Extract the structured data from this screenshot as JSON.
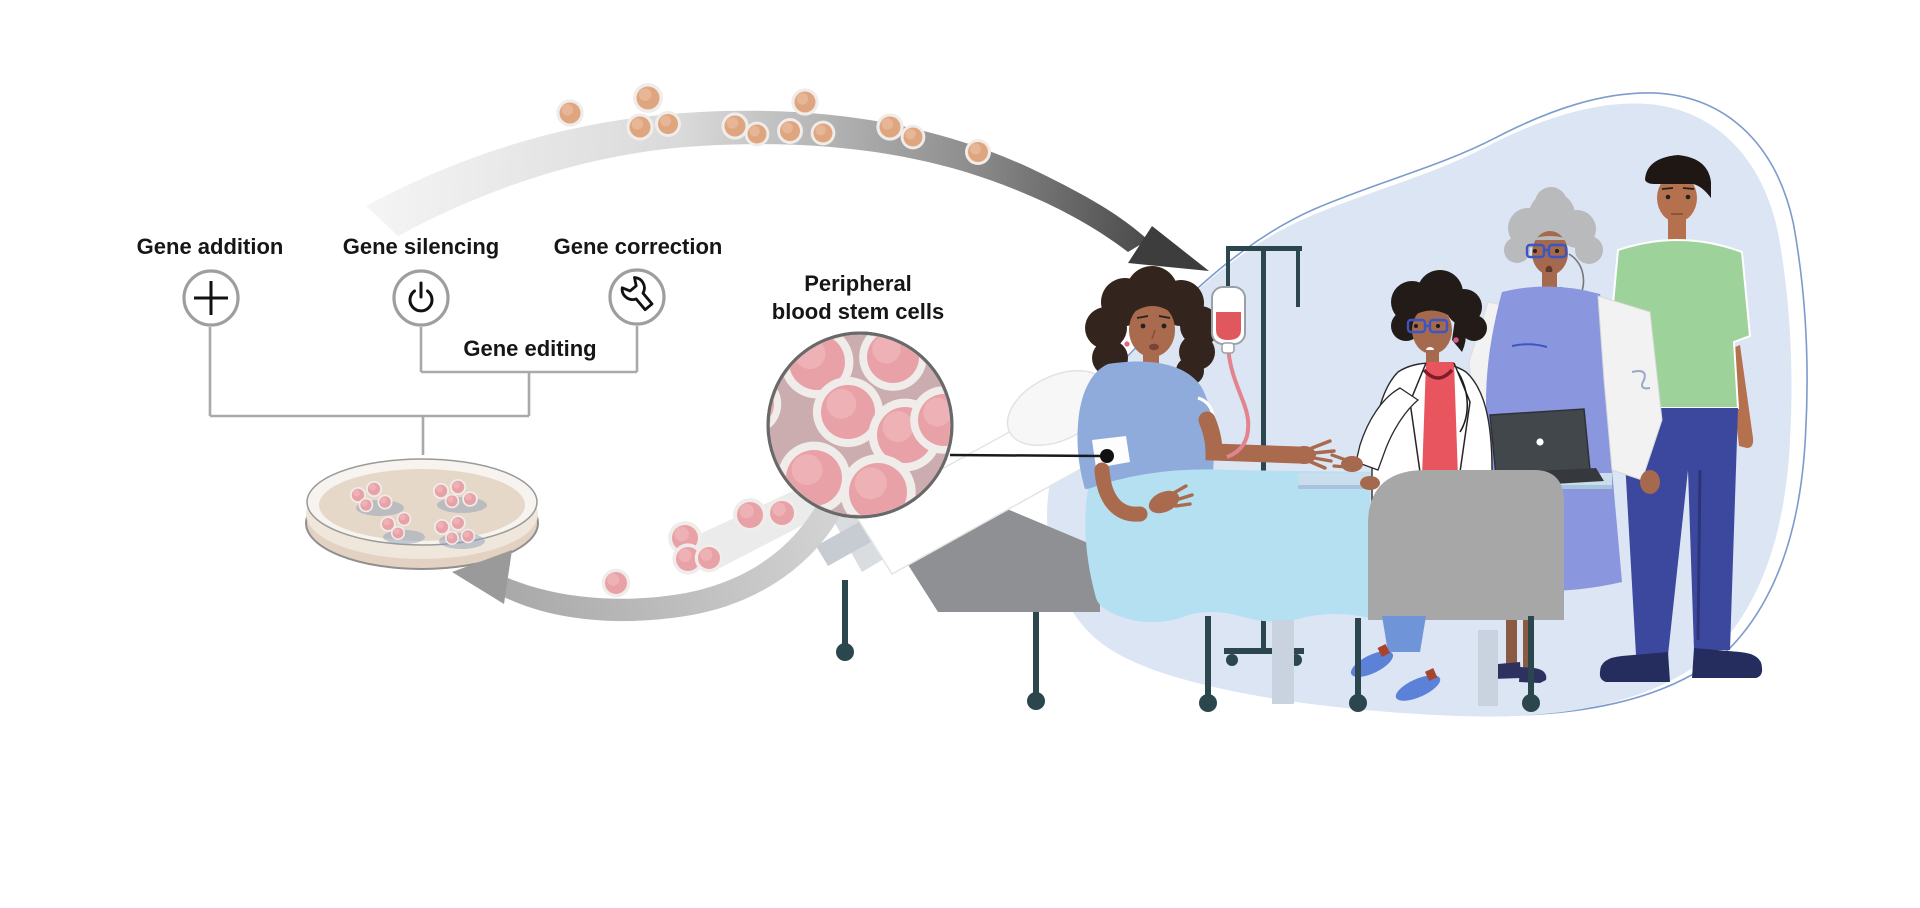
{
  "figure": {
    "type": "medical-illustration",
    "topic": "Gene therapy workflow with peripheral blood stem cells"
  },
  "labels": {
    "gene_addition": "Gene addition",
    "gene_silencing": "Gene silencing",
    "gene_correction": "Gene correction",
    "gene_editing": "Gene editing",
    "peripheral_line1": "Peripheral",
    "peripheral_line2": "blood stem cells"
  },
  "icons": {
    "gene_addition": "plus-icon",
    "gene_silencing": "power-icon",
    "gene_correction": "wrench-icon"
  },
  "colors": {
    "background": "#ffffff",
    "label_text": "#161616",
    "connector_gray": "#a9a9a9",
    "icon_ring_gray": "#9e9e9e",
    "cell_pink": "#e8a2a7",
    "cell_tan": "#dfa57f",
    "magnifier_mauve": "#cbadb0",
    "petri_beige": "#e6d8c8",
    "blob_blue": "#dbe5f3",
    "blob_outline_blue": "#7d9ccd",
    "iv_fluid_red": "#e0575d",
    "iv_tube_pink": "#e2848e",
    "pole_teal": "#2b464c",
    "gown_blue": "#8fabdc",
    "blanket_blue": "#b5e0f1",
    "coat_white": "#ffffff",
    "doctor_top_red": "#e8555e",
    "dress_periwinkle": "#8a96de",
    "shirt_green": "#9ed29b",
    "pants_navy": "#3c489e",
    "skin_brown": "#a5694e",
    "chair_gray": "#a7a7a7",
    "laptop_dark": "#42474b",
    "arrow_dark": "#3d3d3d",
    "swoosh_gray": "#9a9a9a"
  }
}
